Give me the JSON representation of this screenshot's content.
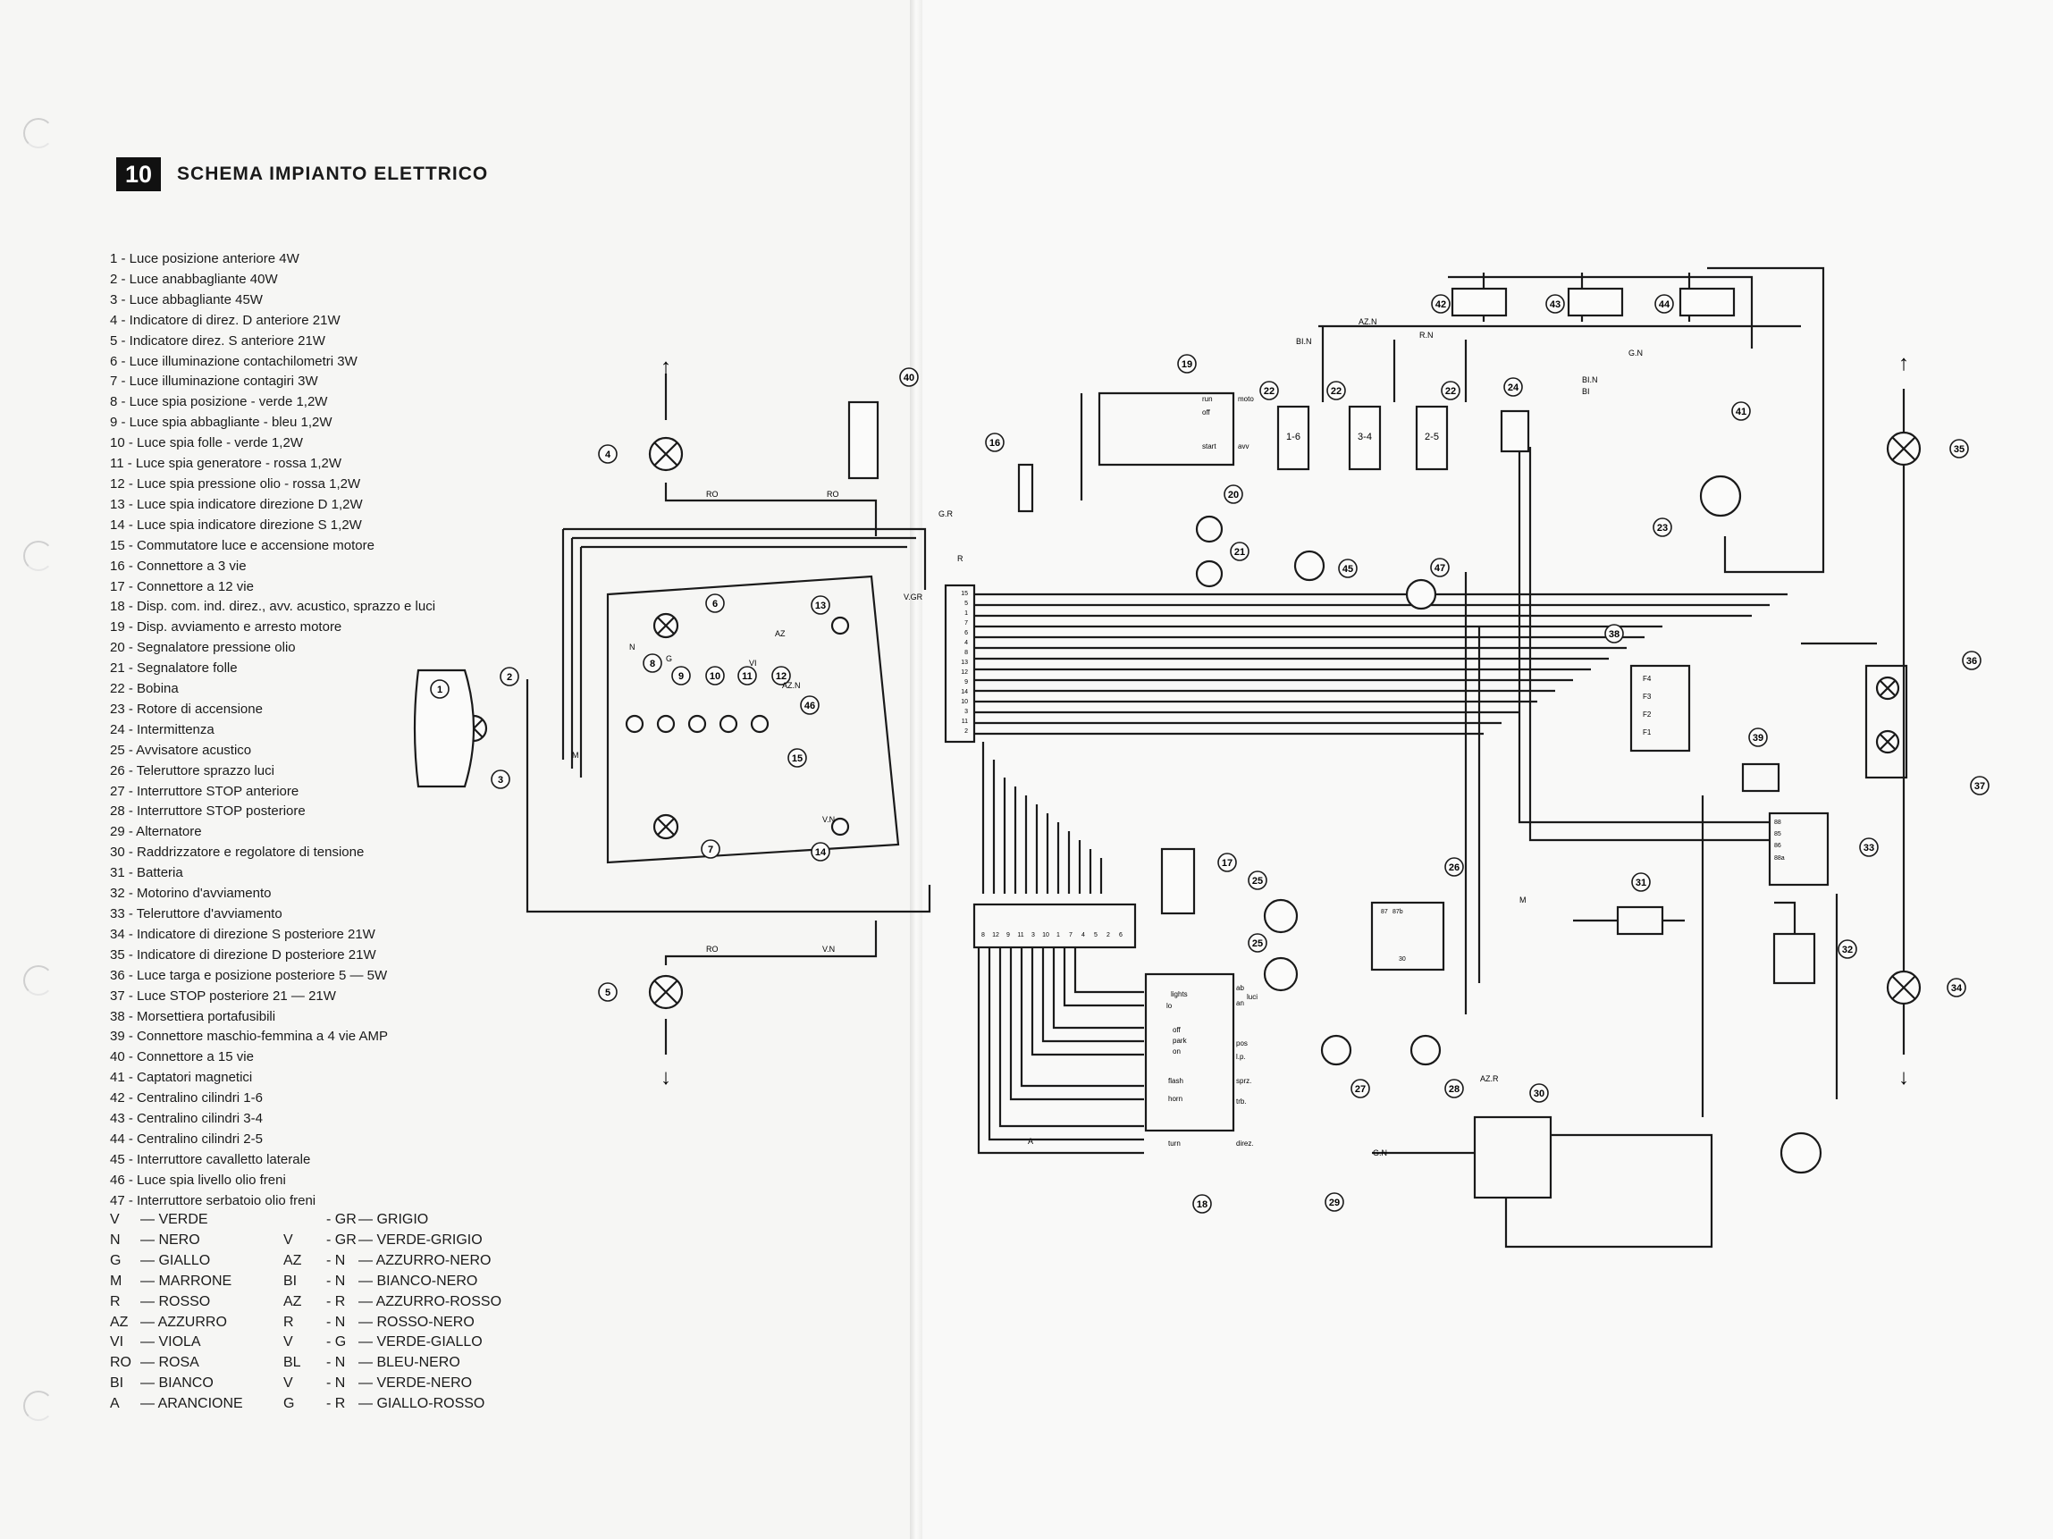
{
  "section": {
    "number": "10",
    "title": "SCHEMA IMPIANTO ELETTRICO"
  },
  "legend": [
    "1 - Luce posizione anteriore 4W",
    "2 - Luce anabbagliante 40W",
    "3 - Luce abbagliante 45W",
    "4 - Indicatore di direz. D anteriore 21W",
    "5 - Indicatore direz. S anteriore 21W",
    "6 - Luce illuminazione contachilometri 3W",
    "7 - Luce illuminazione contagiri 3W",
    "8 - Luce spia posizione - verde 1,2W",
    "9 - Luce spia abbagliante - bleu 1,2W",
    "10 - Luce spia folle - verde 1,2W",
    "11 - Luce spia generatore - rossa 1,2W",
    "12 - Luce spia pressione olio - rossa 1,2W",
    "13 - Luce spia indicatore direzione D 1,2W",
    "14 - Luce spia indicatore direzione S 1,2W",
    "15 - Commutatore luce e accensione motore",
    "16 - Connettore a 3 vie",
    "17 - Connettore a 12 vie",
    "18 - Disp. com. ind. direz., avv. acustico, sprazzo e luci",
    "19 - Disp. avviamento e arresto motore",
    "20 - Segnalatore pressione olio",
    "21 - Segnalatore folle",
    "22 - Bobina",
    "23 - Rotore di accensione",
    "24 - Intermittenza",
    "25 - Avvisatore acustico",
    "26 - Teleruttore sprazzo luci",
    "27 - Interruttore STOP anteriore",
    "28 - Interruttore STOP posteriore",
    "29 - Alternatore",
    "30 - Raddrizzatore e regolatore di tensione",
    "31 - Batteria",
    "32 - Motorino d'avviamento",
    "33 - Teleruttore d'avviamento",
    "34 - Indicatore di direzione S posteriore 21W",
    "35 - Indicatore di direzione D posteriore 21W",
    "36 - Luce targa e posizione posteriore 5 — 5W",
    "37 - Luce STOP posteriore 21 — 21W",
    "38 - Morsettiera portafusibili",
    "39 - Connettore maschio-femmina a 4 vie AMP",
    "40 - Connettore a 15 vie",
    "41 - Captatori magnetici",
    "42 - Centralino cilindri 1-6",
    "43 - Centralino cilindri 3-4",
    "44 - Centralino cilindri 2-5",
    "45 - Interruttore cavalletto laterale",
    "46 - Luce spia livello olio freni",
    "47 - Interruttore serbatoio olio freni"
  ],
  "color_codes": [
    {
      "a": "V",
      "b": "— VERDE",
      "c": "",
      "d": "- GR",
      "e": "— GRIGIO"
    },
    {
      "a": "N",
      "b": "— NERO",
      "c": "V",
      "d": "- GR",
      "e": "— VERDE-GRIGIO"
    },
    {
      "a": "G",
      "b": "— GIALLO",
      "c": "AZ",
      "d": "- N",
      "e": "— AZZURRO-NERO"
    },
    {
      "a": "M",
      "b": "— MARRONE",
      "c": "BI",
      "d": "- N",
      "e": "— BIANCO-NERO"
    },
    {
      "a": "R",
      "b": "— ROSSO",
      "c": "AZ",
      "d": "- R",
      "e": "— AZZURRO-ROSSO"
    },
    {
      "a": "AZ",
      "b": "— AZZURRO",
      "c": "R",
      "d": "- N",
      "e": "— ROSSO-NERO"
    },
    {
      "a": "VI",
      "b": "— VIOLA",
      "c": "V",
      "d": "- G",
      "e": "— VERDE-GIALLO"
    },
    {
      "a": "RO",
      "b": "— ROSA",
      "c": "BL",
      "d": "- N",
      "e": "— BLEU-NERO"
    },
    {
      "a": "BI",
      "b": "— BIANCO",
      "c": "V",
      "d": "- N",
      "e": "— VERDE-NERO"
    },
    {
      "a": "A",
      "b": "— ARANCIONE",
      "c": "G",
      "d": "- R",
      "e": "— GIALLO-ROSSO"
    }
  ],
  "diagram": {
    "component_numbers": [
      "1",
      "2",
      "3",
      "4",
      "5",
      "6",
      "7",
      "8",
      "9",
      "10",
      "11",
      "12",
      "13",
      "14",
      "15",
      "16",
      "17",
      "18",
      "19",
      "20",
      "21",
      "22",
      "22",
      "22",
      "23",
      "24",
      "25",
      "25",
      "26",
      "27",
      "28",
      "29",
      "30",
      "31",
      "32",
      "33",
      "34",
      "35",
      "36",
      "37",
      "38",
      "39",
      "40",
      "41",
      "42",
      "43",
      "44",
      "45",
      "46",
      "47"
    ],
    "wire_labels": [
      "RO",
      "RO",
      "G.R",
      "R",
      "AZ.N",
      "R.N",
      "G.N",
      "BI.N",
      "BI",
      "V.GR",
      "N",
      "G",
      "M",
      "VI",
      "AZ",
      "AZ.N",
      "V.N",
      "RO",
      "V.N",
      "A",
      "BI.N",
      "G.N",
      "AZ.R",
      "M"
    ],
    "coil_labels": [
      "1-6",
      "3-4",
      "2-5"
    ],
    "switch19": [
      "run",
      "off",
      "start",
      "moto",
      "avv"
    ],
    "switch18": [
      "lights",
      "lo",
      "off",
      "park",
      "on",
      "flash",
      "horn",
      "turn",
      "ab",
      "an",
      "luci",
      "pos",
      "l.p.",
      "sprz.",
      "trb.",
      "direz."
    ],
    "fuses": [
      "F4",
      "F3",
      "F2",
      "F1"
    ],
    "relay_pins": [
      "88",
      "85",
      "86",
      "88a",
      "87",
      "87b",
      "30"
    ],
    "connector40_pins": [
      "15",
      "5",
      "1",
      "7",
      "6",
      "4",
      "8",
      "13",
      "12",
      "9",
      "14",
      "10",
      "3",
      "11",
      "2"
    ],
    "connector17_pins": [
      "8",
      "12",
      "9",
      "11",
      "3",
      "10",
      "1",
      "7",
      "4",
      "5",
      "2",
      "6"
    ],
    "arrows_note": [
      "↑",
      "↓"
    ]
  }
}
